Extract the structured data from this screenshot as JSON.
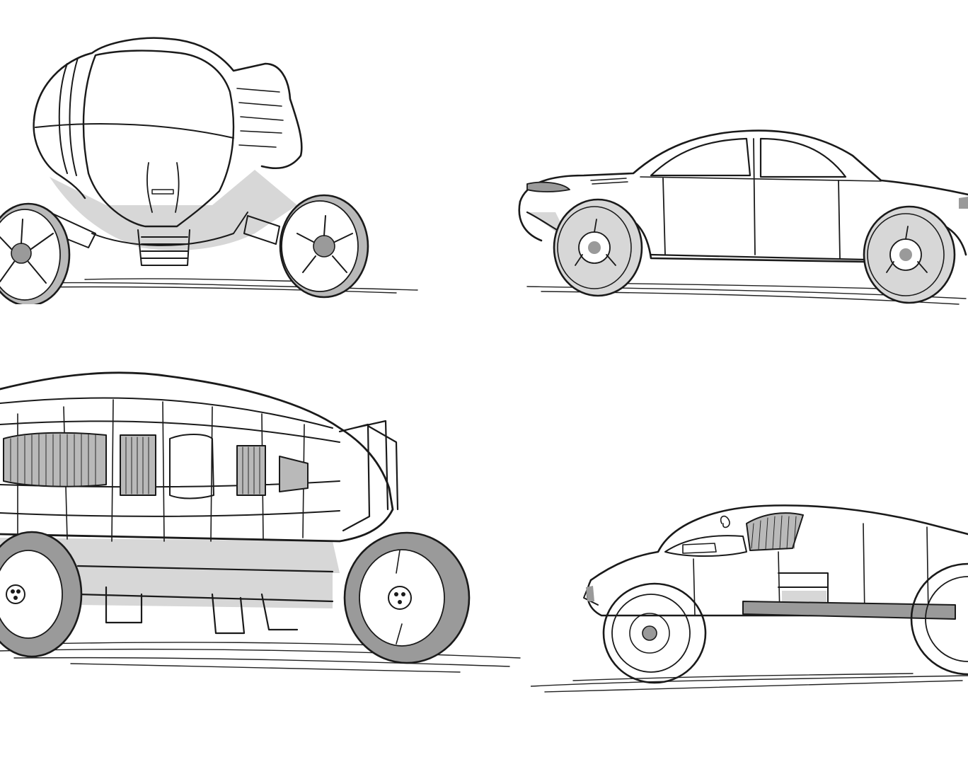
{
  "sheet": {
    "background": "#ffffff",
    "ink": "#1a1a1a",
    "shading": "#d7d7d7",
    "sketches": [
      {
        "id": "pod-vehicle",
        "icon": "pod-car-sketch"
      },
      {
        "id": "sedan",
        "icon": "sedan-sketch"
      },
      {
        "id": "capsule-bus",
        "icon": "capsule-vehicle-sketch"
      },
      {
        "id": "racer",
        "icon": "vintage-racer-sketch"
      }
    ]
  }
}
